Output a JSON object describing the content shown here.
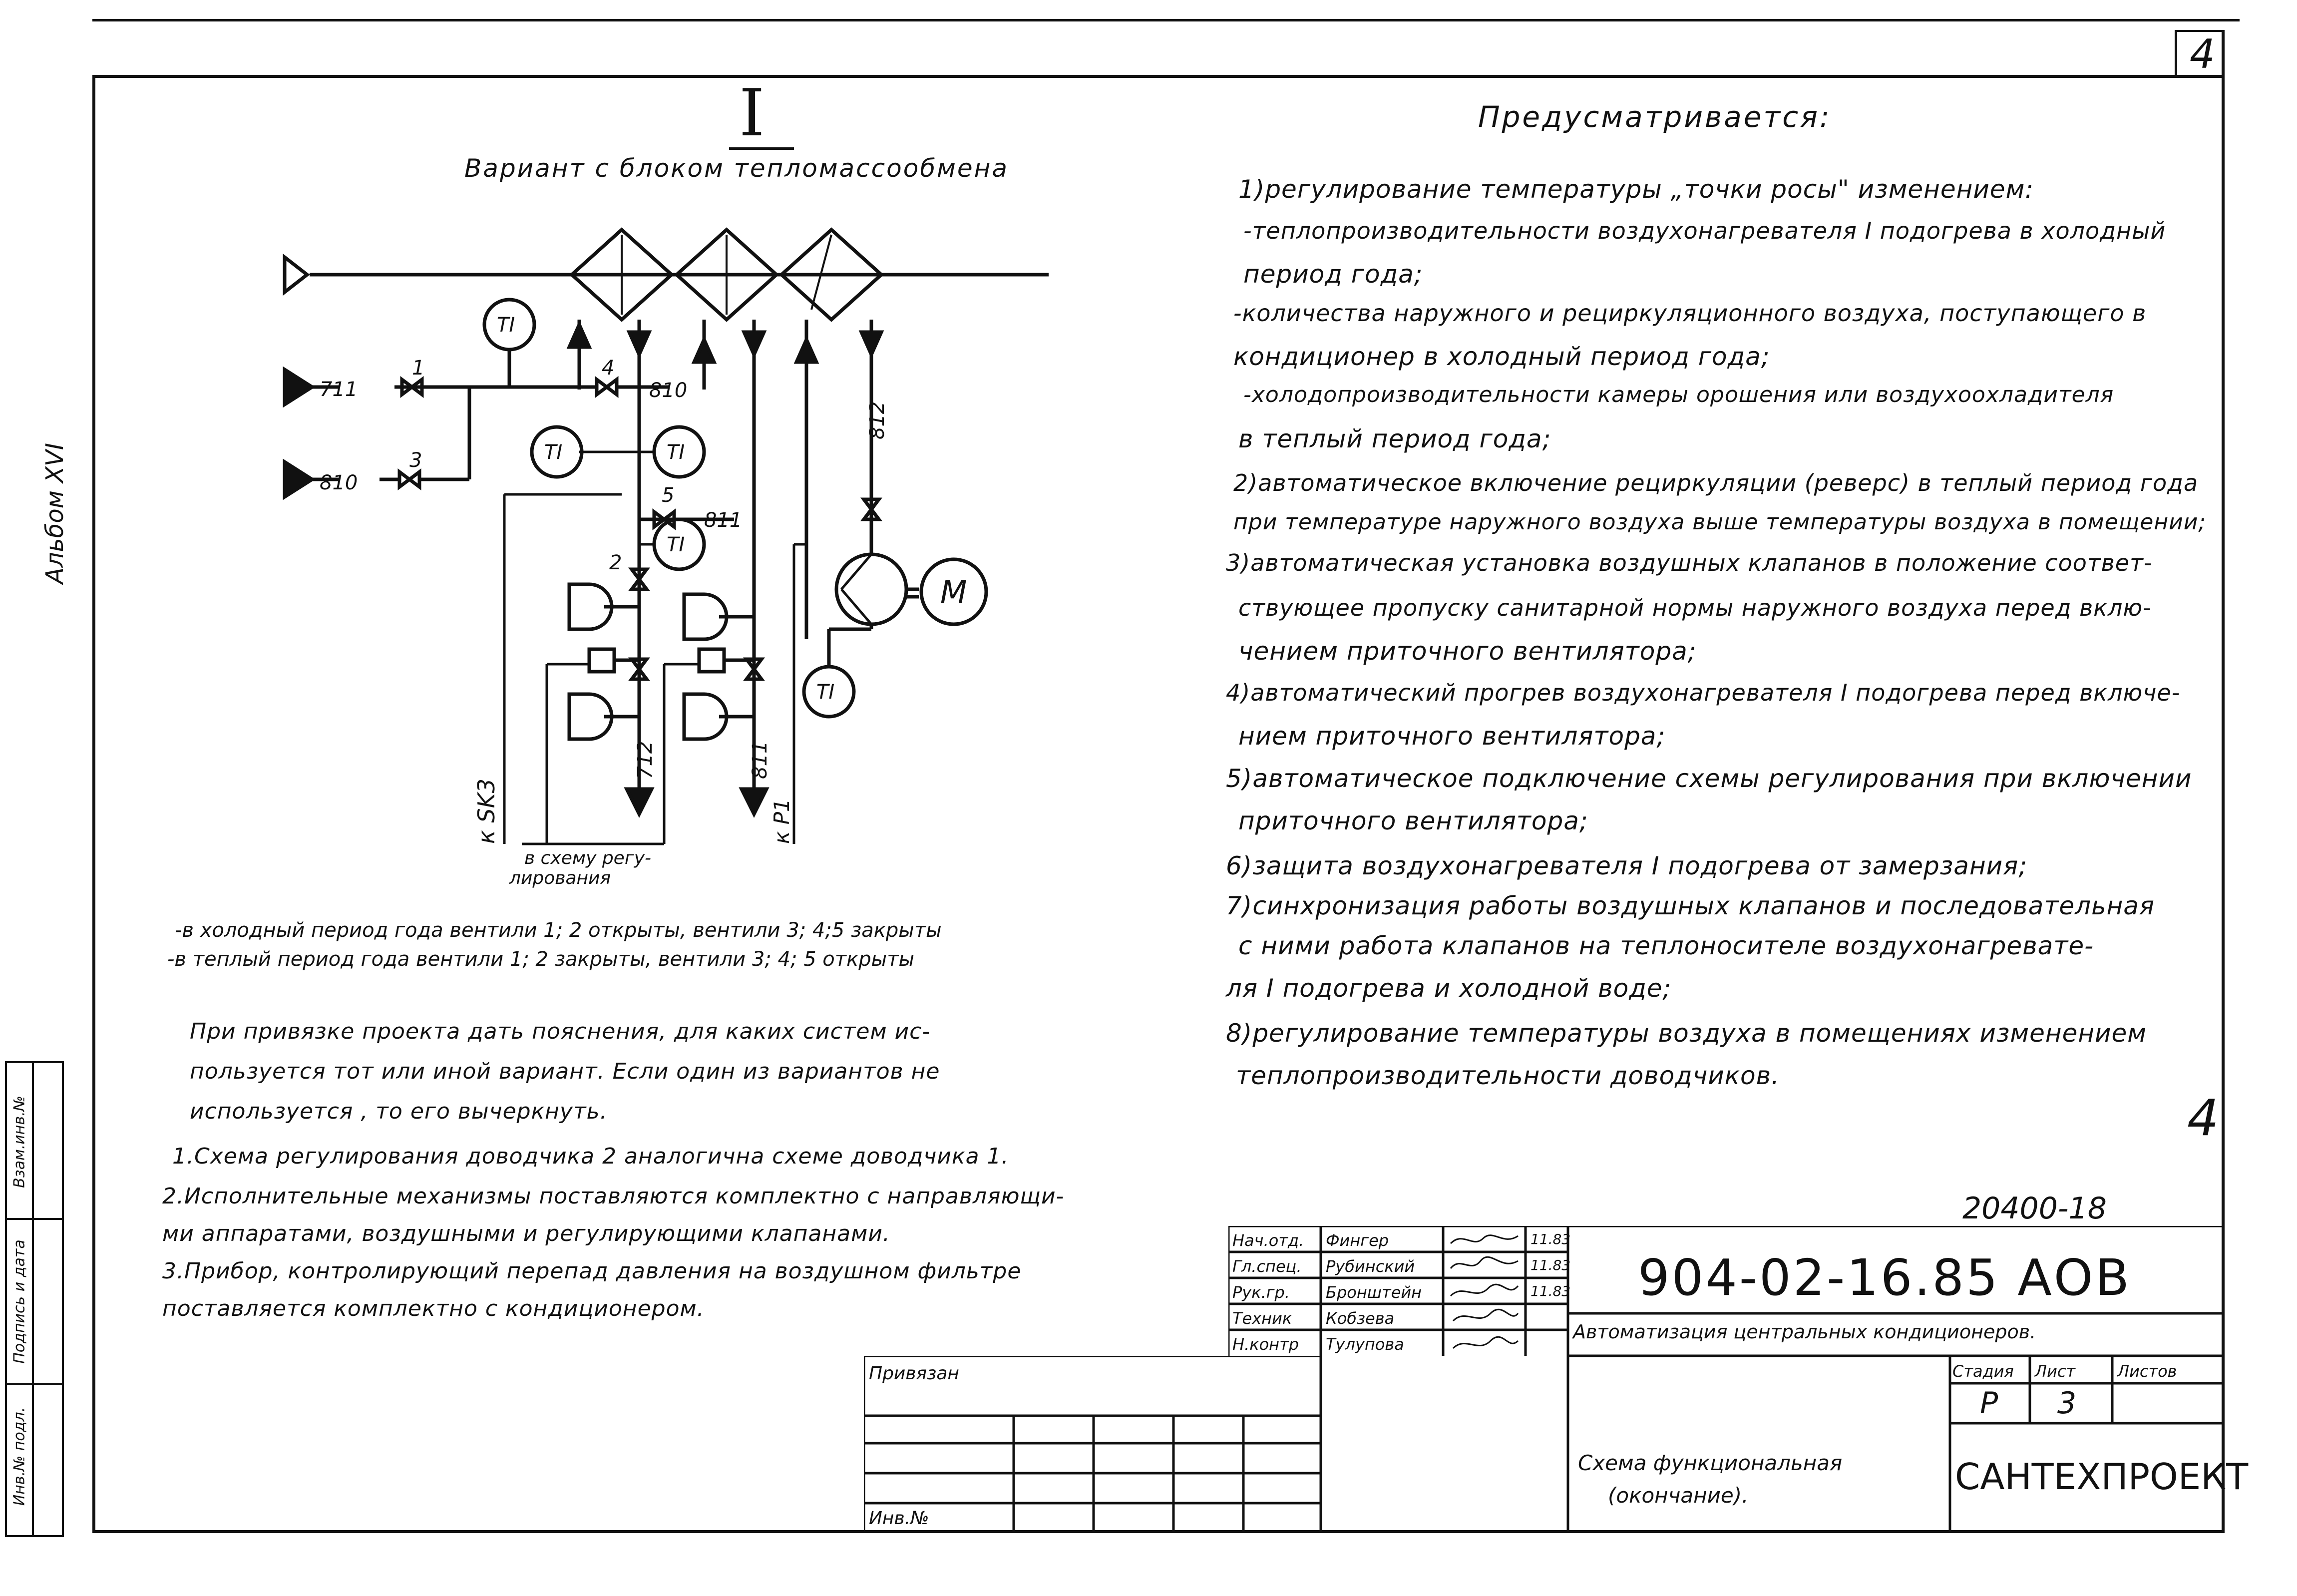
{
  "sheet": {
    "page_number": "4",
    "page_number_inner": "4",
    "album": "Альбом XVI",
    "doc_number": "20400-18",
    "roman_numeral": "I"
  },
  "diagram": {
    "title": "Вариант с блоком тепломассообмена",
    "labels": {
      "t11": "711",
      "b10_left": "810",
      "b10_mid": "810",
      "b11_mid": "811",
      "b11_low": "811",
      "b12": "812",
      "t12": "712",
      "v1": "1",
      "v2": "2",
      "v3": "3",
      "v4": "4",
      "v5": "5",
      "ti": "TI",
      "motor": "M",
      "k_sk3": "к SK3",
      "k_p1": "к P1",
      "to_scheme": "в схему регу-",
      "to_scheme2": "лирования"
    }
  },
  "valve_notes": [
    "-в холодный период года вентили 1; 2 открыты, вентили 3; 4;5 закрыты",
    "-в теплый период года вентили 1; 2 закрыты, вентили 3; 4; 5 открыты"
  ],
  "notes": [
    "При привязке проекта дать пояснения, для каких систем ис-",
    "пользуется тот или иной вариант. Если один из вариантов не",
    "используется , то его вычеркнуть.",
    "1.Схема регулирования доводчика 2 аналогична схеме доводчика 1.",
    "2.Исполнительные механизмы поставляются комплектно с направляющи-",
    "ми аппаратами, воздушными и регулирующими клапанами.",
    "3.Прибор, контролирующий перепад давления на воздушном фильтре",
    "поставляется комплектно с кондиционером."
  ],
  "provisions": {
    "heading": "Предусматривается:",
    "lines": [
      "1)регулирование температуры „точки росы\" изменением:",
      "-теплопроизводительности воздухонагревателя I подогрева в холодный",
      "период года;",
      "-количества наружного и рециркуляционного воздуха, поступающего в",
      "кондиционер в холодный период года;",
      "-холодопроизводительности камеры орошения или воздухоохладителя",
      "в теплый период года;",
      "2)автоматическое включение рециркуляции (реверс) в теплый период года",
      "при температуре наружного воздуха выше температуры воздуха в помещении;",
      "3)автоматическая установка воздушных клапанов в положение соответ-",
      "ствующее пропуску санитарной нормы наружного воздуха перед вклю-",
      "чением приточного вентилятора;",
      "4)автоматический прогрев воздухонагревателя I подогрева перед включе-",
      "нием приточного вентилятора;",
      "5)автоматическое подключение схемы регулирования при включении",
      "приточного вентилятора;",
      "6)защита воздухонагревателя I подогрева от замерзания;",
      "7)синхронизация работы воздушных клапанов и последовательная",
      "с ними работа клапанов на теплоносителе воздухонагревате-",
      "ля I подогрева и холодной воде;",
      "8)регулирование температуры воздуха в помещениях изменением",
      "теплопроизводительности доводчиков."
    ]
  },
  "stamp": {
    "roles": [
      "Нач.отд.",
      "Гл.спец.",
      "Рук.гр.",
      "Техник",
      "Н.контр"
    ],
    "names": [
      "Фингер",
      "Рубинский",
      "Бронштейн",
      "Кобзева",
      "Тулупова"
    ],
    "dates": [
      "11.83",
      "11.83",
      "11.83",
      "",
      ""
    ],
    "code": "904-02-16.85 АОВ",
    "project_title": "Автоматизация центральных кондиционеров.",
    "sheet_title_1": "Схема функциональная",
    "sheet_title_2": "(окончание).",
    "stage_label": "Стадия",
    "sheet_label": "Лист",
    "sheets_label": "Листов",
    "stage": "Р",
    "sheet": "3",
    "organization": "САНТЕХПРОЕКТ",
    "attached": "Привязан",
    "inv": "Инв.№"
  },
  "side_strip": {
    "labels": [
      "Инв.№ подл.",
      "Подпись и дата",
      "Взам.инв.№"
    ]
  }
}
